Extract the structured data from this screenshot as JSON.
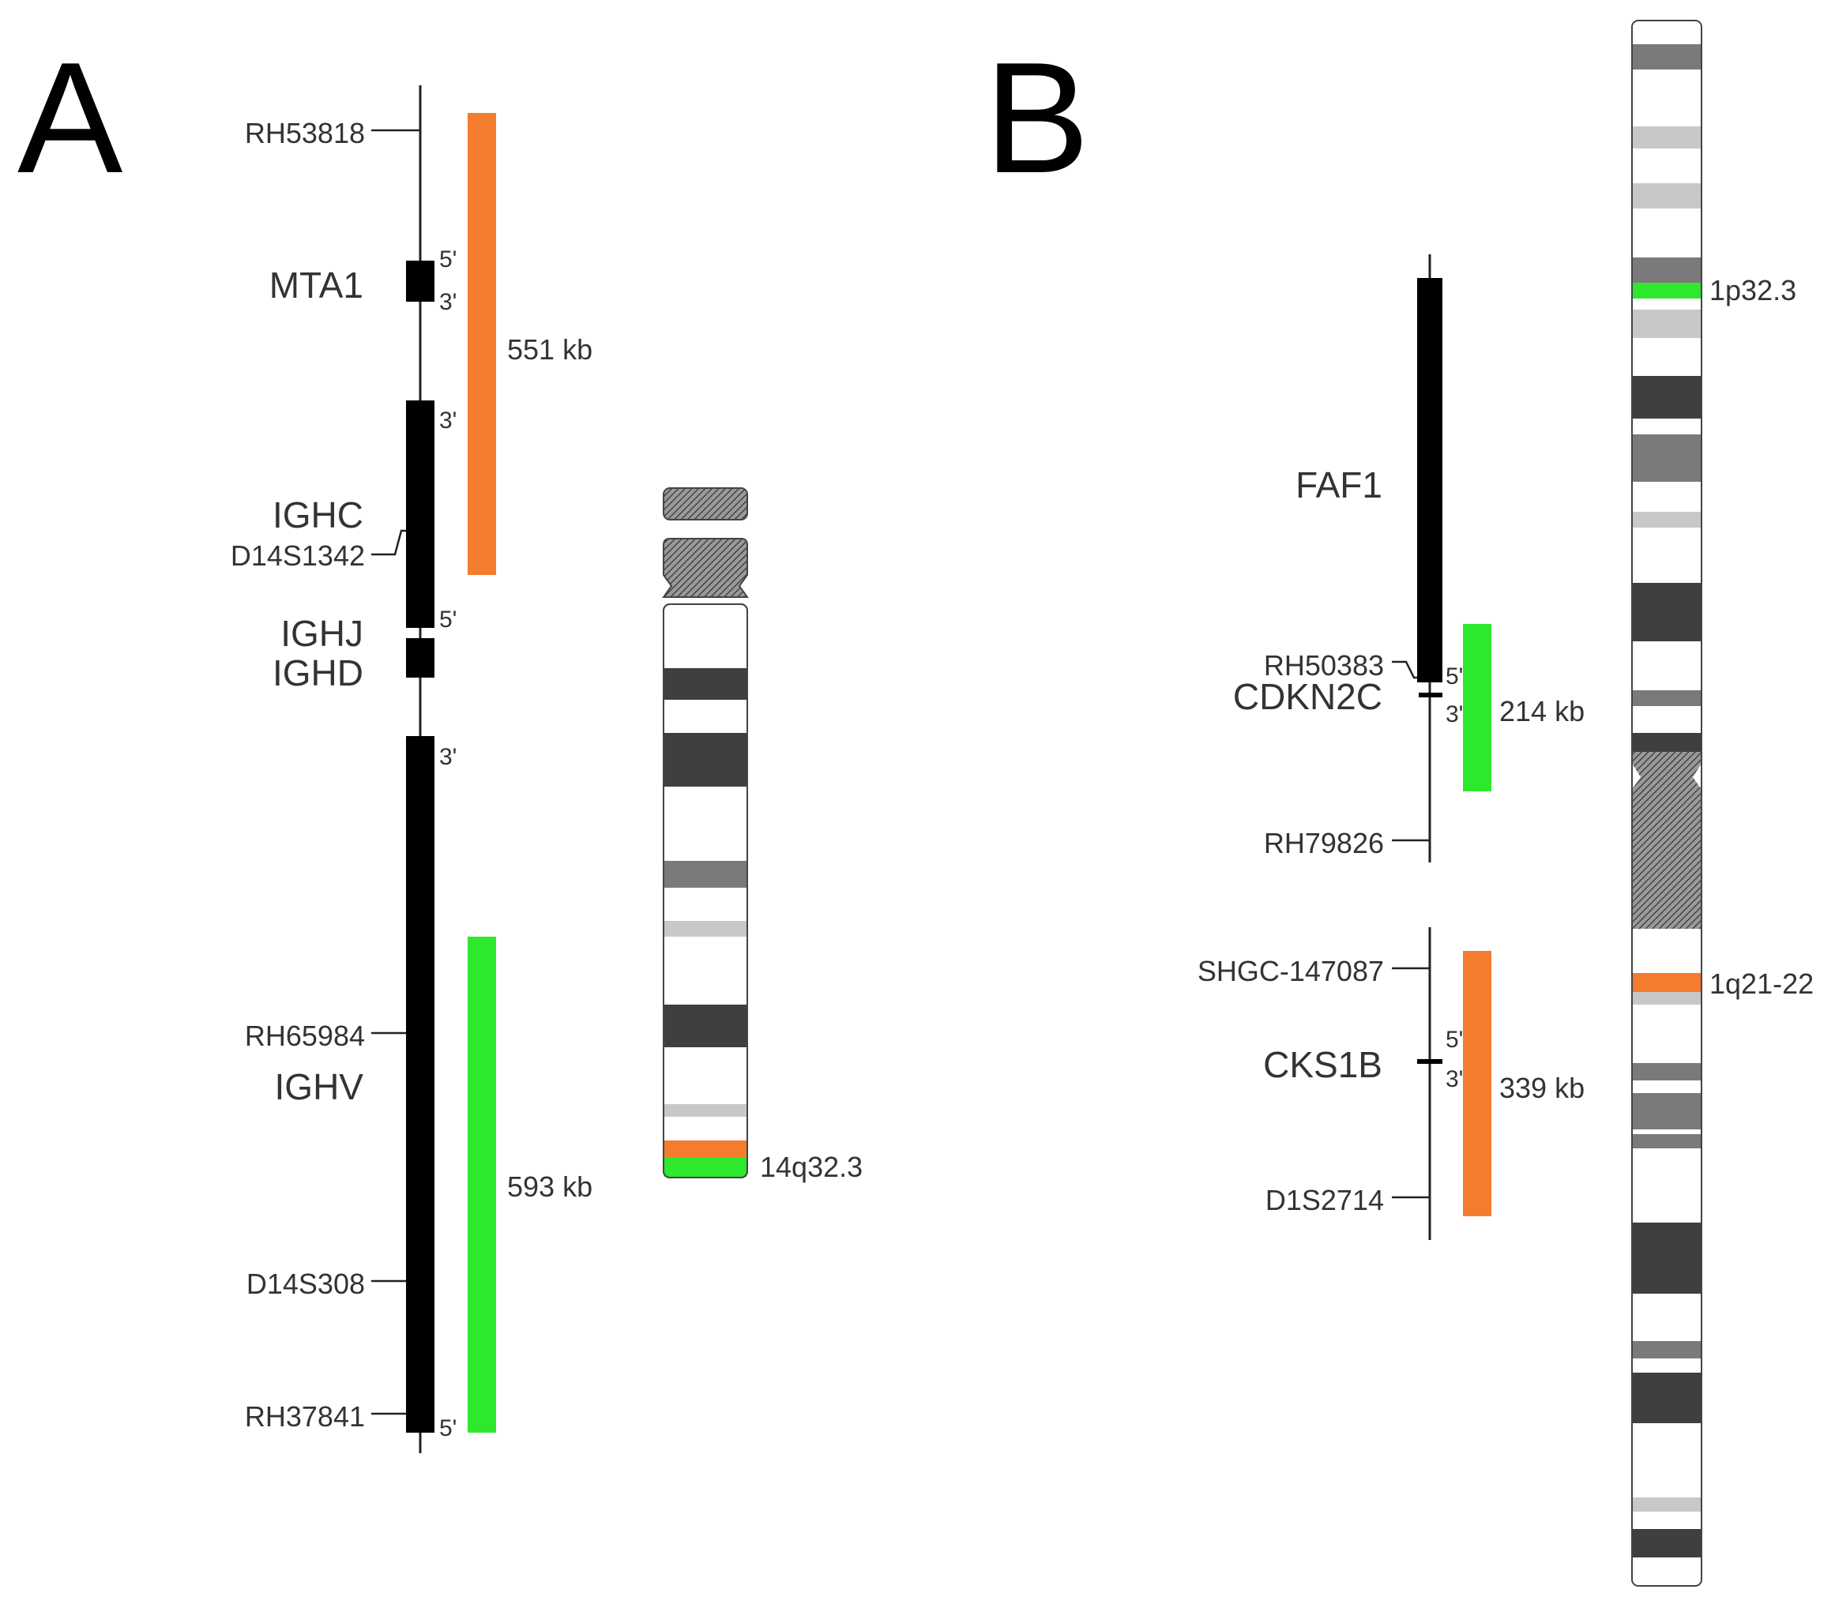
{
  "panels": {
    "a": {
      "letter": "A",
      "markers": [
        "RH53818",
        "D14S1342",
        "RH65984",
        "D14S308",
        "RH37841"
      ],
      "genes": [
        "MTA1",
        "IGHC",
        "IGHJ",
        "IGHD",
        "IGHV"
      ],
      "ends": {
        "five": "5'",
        "three": "3'"
      },
      "probes": [
        {
          "size": "551 kb",
          "color": "#f47c2f"
        },
        {
          "size": "593 kb",
          "color": "#2ee82e"
        }
      ],
      "band": "14q32.3"
    },
    "b": {
      "letter": "B",
      "markers": [
        "RH50383",
        "RH79826",
        "SHGC-147087",
        "D1S2714"
      ],
      "genes": [
        "FAF1",
        "CDKN2C",
        "CKS1B"
      ],
      "ends": {
        "five": "5'",
        "three": "3'"
      },
      "probes": [
        {
          "size": "214 kb",
          "color": "#2ee82e"
        },
        {
          "size": "339 kb",
          "color": "#f47c2f"
        }
      ],
      "bands": [
        "1p32.3",
        "1q21-22"
      ]
    }
  }
}
